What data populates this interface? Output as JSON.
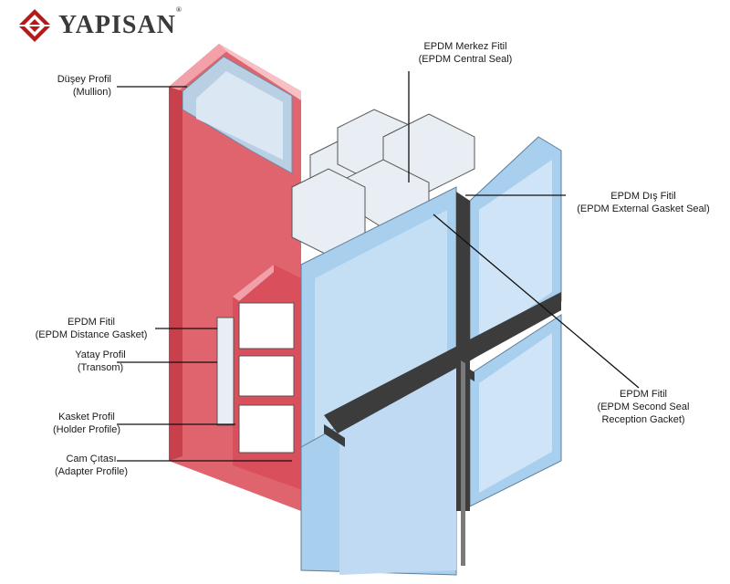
{
  "brand": {
    "name": "YAPISAN",
    "registered_mark": "®",
    "logo_icon": "diamond-stripes-icon",
    "colors": {
      "mark": "#b31b1b",
      "text": "#3a3a3a"
    }
  },
  "diagram": {
    "subject": "curtain-wall-section",
    "colors": {
      "mullion": "#e0646e",
      "mullion_dark": "#c8404c",
      "glass": "#a9cfee",
      "glass_light": "#d6ebfb",
      "gasket": "#3c3c3c",
      "profile": "#e8eef4",
      "leader": "#111111"
    },
    "labels": [
      {
        "id": "mullion",
        "tr": "Düşey Profil",
        "en": "(Mullion)"
      },
      {
        "id": "central-seal",
        "tr": "EPDM Merkez Fitil",
        "en": "(EPDM Central Seal)"
      },
      {
        "id": "external-gasket",
        "tr": "EPDM Dış Fitil",
        "en": "(EPDM External Gasket Seal)"
      },
      {
        "id": "distance-gasket",
        "tr": "EPDM Fitil",
        "en": "(EPDM Distance Gasket)"
      },
      {
        "id": "transom",
        "tr": "Yatay Profil",
        "en": "(Transom)"
      },
      {
        "id": "holder-profile",
        "tr": "Kasket Profil",
        "en": "(Holder Profile)"
      },
      {
        "id": "adapter-profile",
        "tr": "Cam Çıtası",
        "en": "(Adapter Profile)"
      },
      {
        "id": "second-seal",
        "tr": "EPDM Fitil",
        "en": "(EPDM Second Seal",
        "en2": "Reception Gacket)"
      }
    ]
  }
}
